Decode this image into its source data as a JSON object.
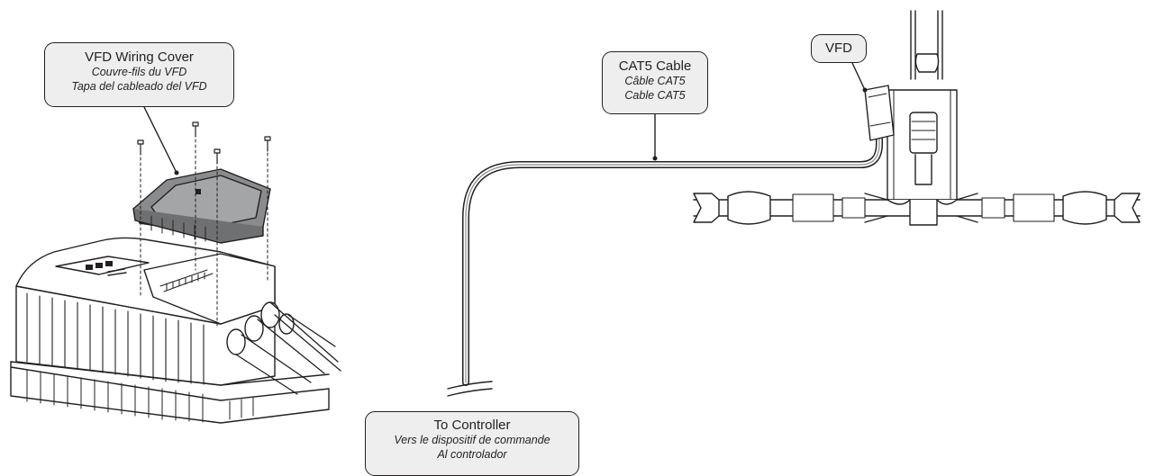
{
  "callouts": {
    "wiring_cover": {
      "title": "VFD Wiring Cover",
      "fr": "Couvre-fils du VFD",
      "es": "Tapa del cableado del VFD"
    },
    "cat5": {
      "title": "CAT5 Cable",
      "fr": "Câble CAT5",
      "es": "Cable CAT5"
    },
    "vfd": {
      "title": "VFD"
    },
    "controller": {
      "title": "To Controller",
      "fr": "Vers le dispositif de commande",
      "es": "Al controlador"
    }
  },
  "colors": {
    "line": "#231f20",
    "callout_fill": "#eeeeee",
    "cover_fill": "#8a8b8d",
    "cover_top": "#a4a5a7"
  }
}
